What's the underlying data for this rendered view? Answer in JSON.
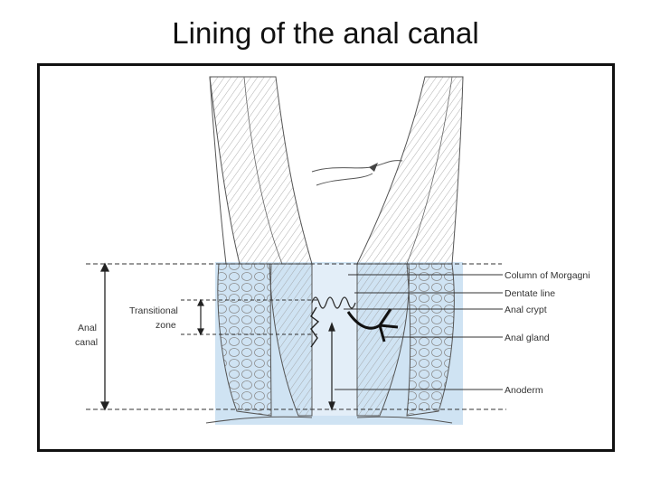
{
  "slide": {
    "title": "Lining  of the anal canal"
  },
  "diagram": {
    "labels": {
      "column_of_morgagni": "Column of Morgagni",
      "dentate_line": "Dentate line",
      "anal_crypt": "Anal crypt",
      "anal_gland": "Anal gland",
      "anoderm": "Anoderm",
      "transitional_zone_line1": "Transitional",
      "transitional_zone_line2": "zone",
      "anal_canal_line1": "Anal",
      "anal_canal_line2": "canal"
    },
    "colors": {
      "mucosa_blue": "#cfe3f3",
      "tissue_line": "#555555",
      "frame": "#111111"
    }
  }
}
